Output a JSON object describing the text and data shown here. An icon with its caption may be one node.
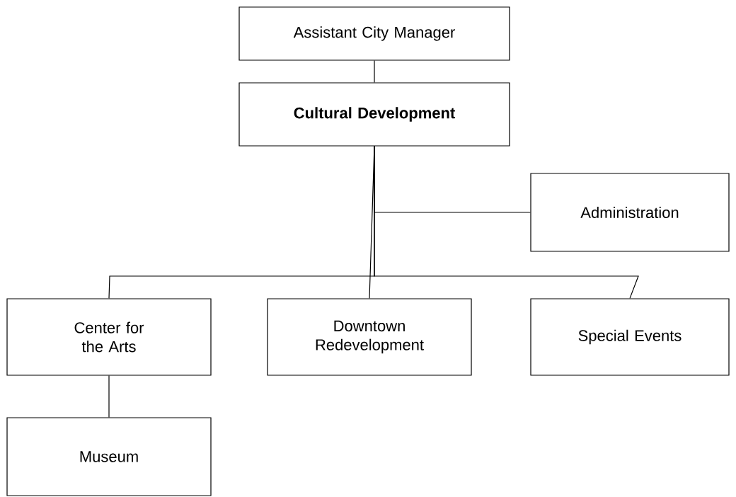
{
  "diagram": {
    "nodes": [
      {
        "text": [
          "Assistant City Manager"
        ]
      },
      {
        "text": [
          "Cultural Development"
        ]
      },
      {
        "text": [
          "Administration"
        ]
      },
      {
        "text": [
          "Center for the Arts"
        ]
      },
      {
        "text": [
          "Downtown Redevelopment"
        ]
      },
      {
        "text": [
          "Special Events"
        ]
      },
      {
        "text": [
          "Museum"
        ]
      }
    ],
    "edges": [
      {
        "from": 0,
        "to": 1,
        "arrow": "none"
      },
      {
        "from": 1,
        "to": 2,
        "arrow": "none"
      },
      {
        "from": 1,
        "to": 3,
        "arrow": "none"
      },
      {
        "from": 1,
        "to": 4,
        "arrow": "none"
      },
      {
        "from": 1,
        "to": 5,
        "arrow": "none"
      },
      {
        "from": 3,
        "to": 6,
        "arrow": "none"
      }
    ]
  }
}
